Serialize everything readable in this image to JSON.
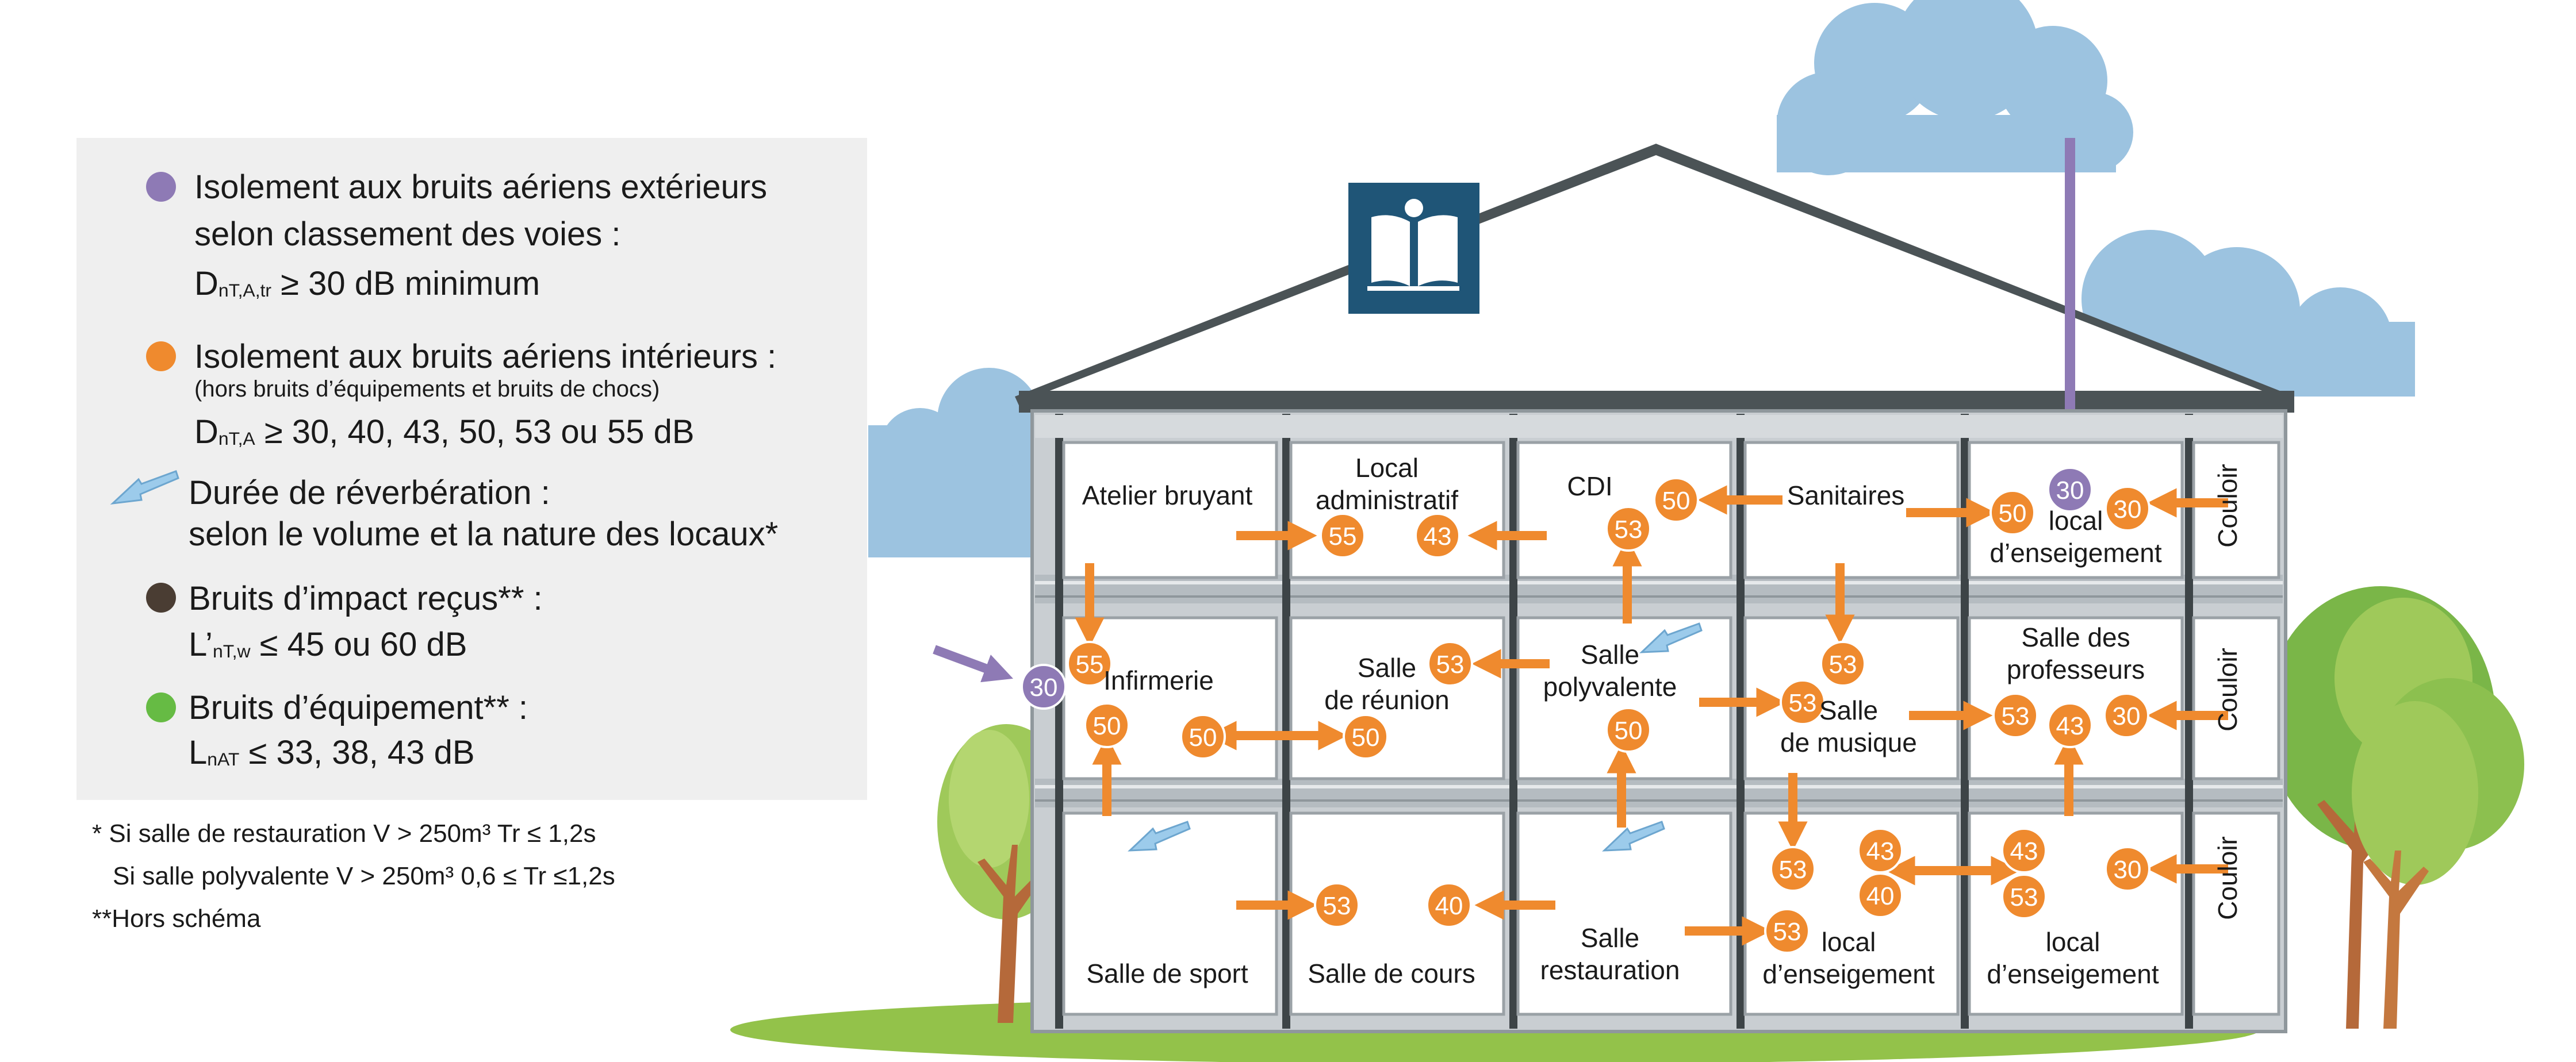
{
  "legend": {
    "items": [
      {
        "color": "#8e7ab5",
        "line1": "Isolement aux bruits aériens extérieurs",
        "line2": "selon classement des voies :",
        "formula_main": "D",
        "formula_sub": "nT,A,tr",
        "formula_rest": " ≥ 30 dB minimum"
      },
      {
        "color": "#ef8a2e",
        "line1": "Isolement aux bruits aériens intérieurs :",
        "note": "(hors bruits d’équipements et bruits de chocs)",
        "formula_main": "D",
        "formula_sub": "nT,A",
        "formula_rest": " ≥ 30, 40, 43, 50, 53 ou 55 dB"
      },
      {
        "color": "#8fc0e0",
        "line1": "Durée de réverbération :",
        "line2": "selon le volume et la nature des locaux*"
      },
      {
        "color": "#4a3d33",
        "line1": "Bruits d’impact reçus** :",
        "formula_main": "L’",
        "formula_sub": "nT,w",
        "formula_rest": " ≤ 45 ou 60 dB"
      },
      {
        "color": "#66bb44",
        "line1": "Bruits d’équipement** :",
        "formula_main": "L",
        "formula_sub": "nAT",
        "formula_rest": " ≤ 33, 38, 43 dB"
      }
    ],
    "footnotes": [
      "* Si salle de restauration V > 250m³ Tr ≤ 1,2s",
      "Si salle polyvalente V > 250m³ 0,6 ≤ Tr ≤1,2s",
      "**Hors schéma"
    ]
  },
  "building": {
    "rooms": [
      {
        "id": "atelier",
        "lines": [
          "Atelier bruyant"
        ]
      },
      {
        "id": "local-admin",
        "lines": [
          "Local",
          "administratif"
        ]
      },
      {
        "id": "cdi",
        "lines": [
          "CDI"
        ]
      },
      {
        "id": "sanitaires",
        "lines": [
          "Sanitaires"
        ]
      },
      {
        "id": "local-ens-top",
        "lines": [
          "local",
          "d’enseigement"
        ]
      },
      {
        "id": "couloir-1",
        "lines": [
          "Couloir"
        ]
      },
      {
        "id": "infirmerie",
        "lines": [
          "Infirmerie"
        ]
      },
      {
        "id": "salle-reunion",
        "lines": [
          "Salle",
          "de réunion"
        ]
      },
      {
        "id": "salle-polyvalente",
        "lines": [
          "Salle",
          "polyvalente"
        ]
      },
      {
        "id": "salle-musique",
        "lines": [
          "Salle",
          "de musique"
        ]
      },
      {
        "id": "salle-profs",
        "lines": [
          "Salle des",
          "professeurs"
        ]
      },
      {
        "id": "couloir-2",
        "lines": [
          "Couloir"
        ]
      },
      {
        "id": "salle-sport",
        "lines": [
          "Salle de sport"
        ]
      },
      {
        "id": "salle-cours",
        "lines": [
          "Salle de cours"
        ]
      },
      {
        "id": "salle-restauration",
        "lines": [
          "Salle",
          "restauration"
        ]
      },
      {
        "id": "local-ens-bot1",
        "lines": [
          "local",
          "d’enseigement"
        ]
      },
      {
        "id": "local-ens-bot2",
        "lines": [
          "local",
          "d’enseigement"
        ]
      },
      {
        "id": "couloir-3",
        "lines": [
          "Couloir"
        ]
      }
    ],
    "badges": [
      {
        "id": "b1",
        "value": "55"
      },
      {
        "id": "b2",
        "value": "43"
      },
      {
        "id": "b3",
        "value": "50"
      },
      {
        "id": "b4",
        "value": "53"
      },
      {
        "id": "b5",
        "value": "50"
      },
      {
        "id": "b6",
        "value": "30",
        "kind": "ext"
      },
      {
        "id": "b7",
        "value": "30"
      },
      {
        "id": "b8",
        "value": "55"
      },
      {
        "id": "b9",
        "value": "30",
        "kind": "ext"
      },
      {
        "id": "b10",
        "value": "53"
      },
      {
        "id": "b11",
        "value": "50"
      },
      {
        "id": "b12",
        "value": "50"
      },
      {
        "id": "b13",
        "value": "53"
      },
      {
        "id": "b14",
        "value": "50"
      },
      {
        "id": "b15",
        "value": "50"
      },
      {
        "id": "b16",
        "value": "53"
      },
      {
        "id": "b17",
        "value": "53"
      },
      {
        "id": "b18",
        "value": "43"
      },
      {
        "id": "b19",
        "value": "30"
      },
      {
        "id": "b20",
        "value": "53"
      },
      {
        "id": "b21",
        "value": "53"
      },
      {
        "id": "b22",
        "value": "53"
      },
      {
        "id": "b23",
        "value": "40"
      },
      {
        "id": "b24",
        "value": "43"
      },
      {
        "id": "b25",
        "value": "40"
      },
      {
        "id": "b26",
        "value": "43"
      },
      {
        "id": "b27",
        "value": "53"
      },
      {
        "id": "b28",
        "value": "30"
      }
    ]
  },
  "colors": {
    "orange": "#ef8a2e",
    "purple": "#8e7ab5",
    "sky": "#9cc3e0",
    "roof": "#4b5356",
    "facade": "#c9ced2",
    "logo": "#1f5577",
    "grass": "#93c24a",
    "tree_trunk": "#b5693a"
  },
  "icons": {
    "logo": "open-book-icon"
  }
}
